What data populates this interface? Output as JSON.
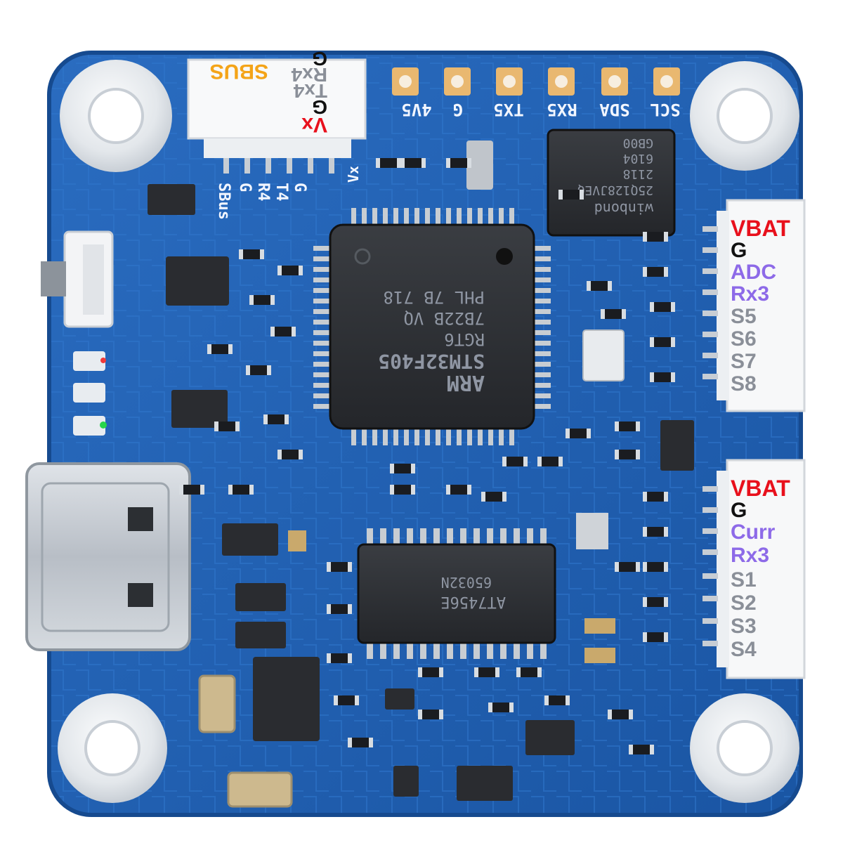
{
  "colors": {
    "pcb_blue": "#1f5fb0",
    "pcb_dark": "#163f80",
    "standoff": "#e9ecef",
    "label_red": "#e8101c",
    "label_purple": "#8d6ae8",
    "label_orange": "#f4a418",
    "label_grey": "#8a8f98"
  },
  "top_pads": [
    "4V5",
    "G",
    "TX5",
    "RX5",
    "SDA",
    "SCL"
  ],
  "sbus_connector": {
    "labels": [
      {
        "text": "Vx",
        "color": "red"
      },
      {
        "text": "G",
        "color": "black"
      },
      {
        "text": "Tx4",
        "color": "grey"
      },
      {
        "text": "Rx4",
        "color": "grey"
      },
      {
        "text": "G",
        "color": "black"
      },
      {
        "text": "SBUS",
        "color": "orange"
      }
    ]
  },
  "sbus_silkscreen": [
    "Vx",
    "G",
    "T4",
    "R4",
    "G",
    "SBus"
  ],
  "right_connector_top": {
    "labels": [
      {
        "text": "VBAT",
        "color": "red"
      },
      {
        "text": "G",
        "color": "black"
      },
      {
        "text": "ADC",
        "color": "purple"
      },
      {
        "text": "Rx3",
        "color": "purple"
      },
      {
        "text": "S5",
        "color": "grey"
      },
      {
        "text": "S6",
        "color": "grey"
      },
      {
        "text": "S7",
        "color": "grey"
      },
      {
        "text": "S8",
        "color": "grey"
      }
    ]
  },
  "right_connector_bottom": {
    "labels": [
      {
        "text": "VBAT",
        "color": "red"
      },
      {
        "text": "G",
        "color": "black"
      },
      {
        "text": "Curr",
        "color": "purple"
      },
      {
        "text": "Rx3",
        "color": "purple"
      },
      {
        "text": "S1",
        "color": "grey"
      },
      {
        "text": "S2",
        "color": "grey"
      },
      {
        "text": "S3",
        "color": "grey"
      },
      {
        "text": "S4",
        "color": "grey"
      }
    ]
  },
  "mcu": {
    "lines": [
      "STM32F405",
      "RGT6",
      "7B22B VQ",
      "PHL 7B 718"
    ],
    "brand": "ARM"
  },
  "flash_chip": {
    "lines": [
      "winbond",
      "25Q128JVEQ",
      "2118",
      "6104",
      "GB00"
    ]
  },
  "osd_chip": {
    "lines": [
      "AT7456E",
      "65032N"
    ]
  },
  "icons": [
    "usb-c-port",
    "boot-button",
    "status-led",
    "mounting-standoff"
  ]
}
